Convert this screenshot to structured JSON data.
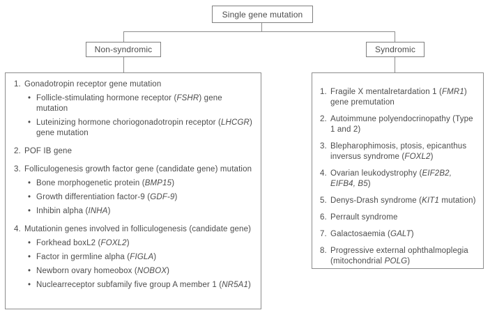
{
  "diagram": {
    "root_label": "Single gene mutation",
    "branches": [
      {
        "id": "non-syndromic",
        "label": "Non-syndromic"
      },
      {
        "id": "syndromic",
        "label": "Syndromic"
      }
    ],
    "colors": {
      "box_border": "#8c8c8c",
      "node_border": "#7f7f7f",
      "text": "#4b4b4b",
      "connector_line": "#8c8c8c",
      "background": "#ffffff"
    }
  },
  "non_syndromic_list": {
    "items": [
      {
        "number": "1.",
        "text": [
          {
            "t": "Gonadotropin receptor gene mutation"
          }
        ],
        "bullets": [
          [
            {
              "t": "Follicle-stimulating hormone receptor ("
            },
            {
              "t": "FSHR",
              "i": true
            },
            {
              "t": ") gene mutation"
            }
          ],
          [
            {
              "t": "Luteinizing hormone choriogonadotropin receptor ("
            },
            {
              "t": "LHCGR",
              "i": true
            },
            {
              "t": ") gene mutation"
            }
          ]
        ]
      },
      {
        "number": "2.",
        "text": [
          {
            "t": "POF IB gene"
          }
        ],
        "bullets": []
      },
      {
        "number": "3.",
        "text": [
          {
            "t": "Folliculogenesis growth factor gene (candidate gene) mutation"
          }
        ],
        "bullets": [
          [
            {
              "t": "Bone morphogenetic protein ("
            },
            {
              "t": "BMP15",
              "i": true
            },
            {
              "t": ")"
            }
          ],
          [
            {
              "t": "Growth differentiation factor-9 ("
            },
            {
              "t": "GDF-9",
              "i": true
            },
            {
              "t": ")"
            }
          ],
          [
            {
              "t": "Inhibin alpha ("
            },
            {
              "t": "INHA",
              "i": true
            },
            {
              "t": ")"
            }
          ]
        ]
      },
      {
        "number": "4.",
        "text": [
          {
            "t": "Mutationin genes involved in folliculogenesis (candidate gene)"
          }
        ],
        "bullets": [
          [
            {
              "t": "Forkhead boxL2 ("
            },
            {
              "t": "FOXL2",
              "i": true
            },
            {
              "t": ")"
            }
          ],
          [
            {
              "t": "Factor in germline alpha ("
            },
            {
              "t": "FIGLA",
              "i": true
            },
            {
              "t": ")"
            }
          ],
          [
            {
              "t": "Newborn ovary homeobox ("
            },
            {
              "t": "NOBOX",
              "i": true
            },
            {
              "t": ")"
            }
          ],
          [
            {
              "t": "Nuclearreceptor subfamily five group A member 1 ("
            },
            {
              "t": "NR5A1",
              "i": true
            },
            {
              "t": ")"
            }
          ]
        ]
      }
    ]
  },
  "syndromic_list": {
    "items": [
      {
        "number": "1.",
        "text": [
          {
            "t": "Fragile X mentalretardation 1 ("
          },
          {
            "t": "FMR1",
            "i": true
          },
          {
            "t": ") gene premutation"
          }
        ],
        "bullets": []
      },
      {
        "number": "2.",
        "text": [
          {
            "t": "Autoimmune polyendocrinopathy (Type 1 and 2)"
          }
        ],
        "bullets": []
      },
      {
        "number": "3.",
        "text": [
          {
            "t": "Blepharophimosis, ptosis, epicanthus inversus syndrome ("
          },
          {
            "t": "FOXL2",
            "i": true
          },
          {
            "t": ")"
          }
        ],
        "bullets": []
      },
      {
        "number": "4.",
        "text": [
          {
            "t": "Ovarian leukodystrophy ("
          },
          {
            "t": "EIF2B2, EIFB4, B5",
            "i": true
          },
          {
            "t": ")"
          }
        ],
        "bullets": []
      },
      {
        "number": "5.",
        "text": [
          {
            "t": "Denys-Drash syndrome ("
          },
          {
            "t": "KIT1",
            "i": true
          },
          {
            "t": " mutation)"
          }
        ],
        "bullets": []
      },
      {
        "number": "6.",
        "text": [
          {
            "t": "Perrault syndrome"
          }
        ],
        "bullets": []
      },
      {
        "number": "7.",
        "text": [
          {
            "t": "Galactosaemia ("
          },
          {
            "t": "GALT",
            "i": true
          },
          {
            "t": ")"
          }
        ],
        "bullets": []
      },
      {
        "number": "8.",
        "text": [
          {
            "t": "Progressive external ophthalmoplegia (mitochondrial "
          },
          {
            "t": "POLG",
            "i": true
          },
          {
            "t": ")"
          }
        ],
        "bullets": []
      }
    ]
  }
}
